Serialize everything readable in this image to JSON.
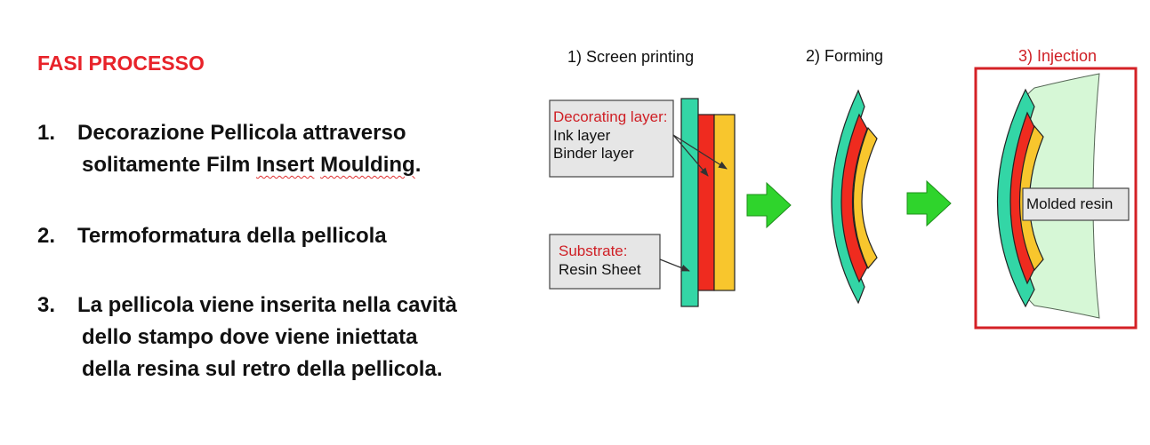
{
  "left_panel": {
    "title": "FASI PROCESSO",
    "steps": [
      {
        "number": "1.",
        "line1": "Decorazione  Pellicola attraverso",
        "line2_pre": "solitamente Film ",
        "line2_w1": "Insert",
        "line2_sp": " ",
        "line2_w2": "Moulding",
        "line2_post": "."
      },
      {
        "number": "2.",
        "line1": "Termoformatura della pellicola"
      },
      {
        "number": "3.",
        "line1": "La pellicola viene inserita nella cavità",
        "line2": "dello stampo dove viene iniettata",
        "line3": "della resina sul retro della pellicola."
      }
    ]
  },
  "diagram": {
    "stage1_title": "1) Screen printing",
    "stage2_title": "2) Forming",
    "stage3_title": "3) Injection",
    "decorating_label": "Decorating layer:",
    "ink_label": "Ink layer",
    "binder_label": "Binder layer",
    "substrate_label": "Substrate:",
    "resin_sheet_label": "Resin Sheet",
    "molded_resin_label": "Molded resin",
    "colors": {
      "substrate": "#33d6a6",
      "ink": "#ef2b1f",
      "binder": "#f8c62d",
      "resin": "#d6f7d6",
      "arrow": "#2fd42c",
      "highlight": "#d42126",
      "red_text": "#cf1f25",
      "label_box": "#e6e6e6"
    }
  }
}
